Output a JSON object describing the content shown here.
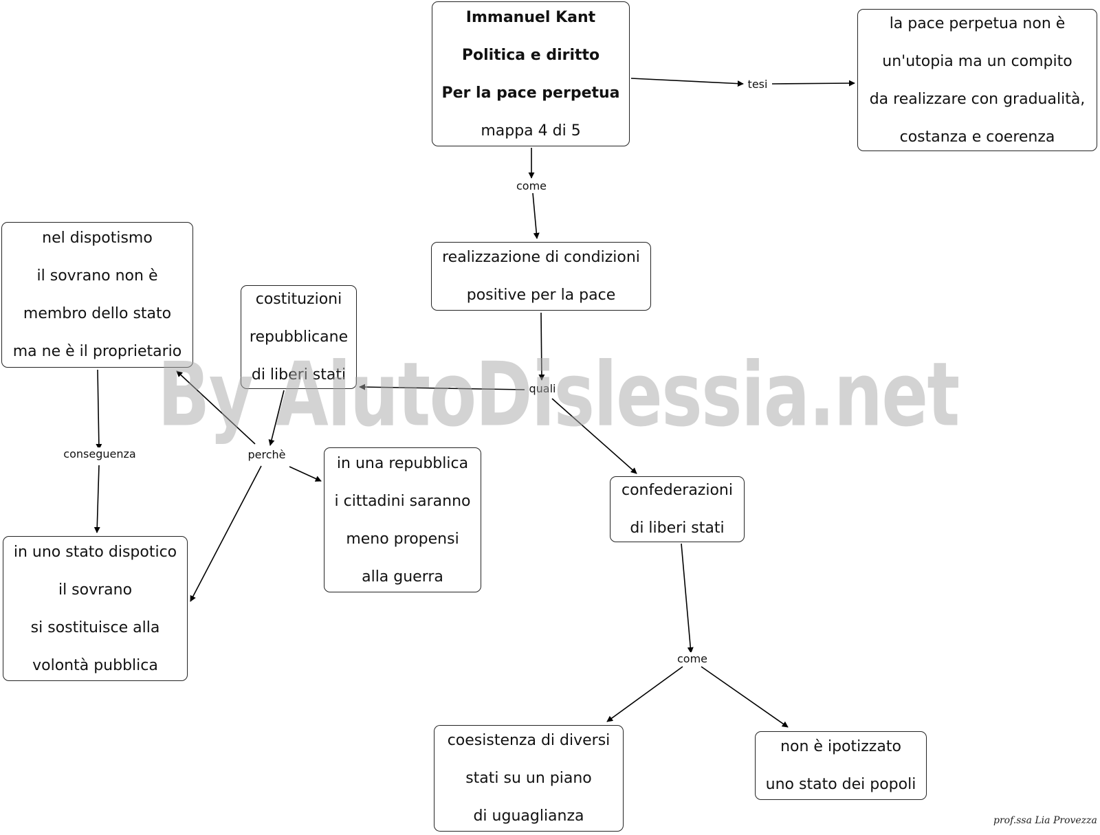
{
  "nodes": {
    "kant": [
      "Immanuel Kant",
      "Politica e diritto",
      "Per la pace perpetua",
      "mappa 4 di 5"
    ],
    "tesi_text": [
      "la pace perpetua non è",
      "un'utopia ma un compito",
      "da realizzare con gradualità,",
      "costanza e coerenza"
    ],
    "realizzazione": [
      "realizzazione di condizioni",
      "positive per la pace"
    ],
    "dispotismo": [
      "nel dispotismo",
      "il sovrano non è",
      "membro dello stato",
      "ma ne è il proprietario"
    ],
    "costituzioni": [
      "costituzioni",
      "repubblicane",
      "di liberi stati"
    ],
    "repubblica": [
      "in una repubblica",
      "i cittadini saranno",
      "meno propensi",
      "alla guerra"
    ],
    "stato_dispotico": [
      "in uno stato dispotico",
      "il sovrano",
      "si sostituisce alla",
      "volontà pubblica"
    ],
    "confederazioni": [
      "confederazioni",
      "di liberi stati"
    ],
    "coesistenza": [
      "coesistenza di diversi",
      "stati su un piano",
      "di uguaglianza"
    ],
    "non_ipotizzato": [
      "non è ipotizzato",
      "uno stato dei popoli"
    ]
  },
  "link_labels": {
    "tesi": "tesi",
    "come1": "come",
    "quali": "quali",
    "conseguenza": "conseguenza",
    "perche": "perchè",
    "come2": "come"
  },
  "watermark": "By AiutoDislessia.net",
  "signature": "prof.ssa Lia Provezza"
}
